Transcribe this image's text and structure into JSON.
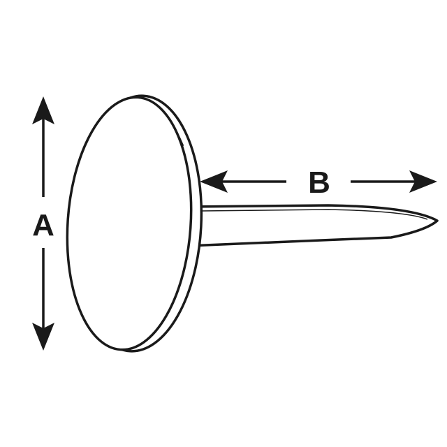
{
  "diagram": {
    "labels": {
      "height_label": "A",
      "length_label": "B"
    },
    "colors": {
      "line": "#1a1a1a",
      "background": "#ffffff",
      "fill": "#ffffff",
      "accent_dark": "#1a1a1a"
    },
    "icons": {
      "object": "thumbtack-icon",
      "height_arrow": "double-arrow-vertical",
      "length_arrow": "double-arrow-horizontal"
    }
  }
}
